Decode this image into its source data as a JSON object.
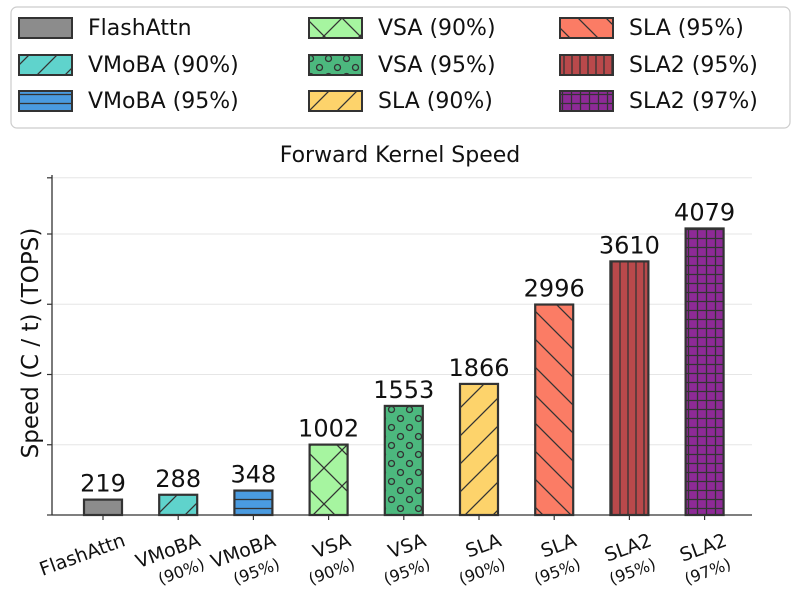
{
  "chart_data": {
    "type": "bar",
    "title": "Forward Kernel Speed",
    "xlabel": "",
    "ylabel": "Speed (C / t) (TOPS)",
    "ylim": [
      0,
      4840
    ],
    "yticks": [
      0,
      1000,
      2000,
      3000,
      4000,
      4800
    ],
    "ytick_labels_shown": false,
    "grid": "horizontal",
    "legend_position": "top",
    "categories": [
      {
        "line1": "FlashAttn",
        "line2": ""
      },
      {
        "line1": "VMoBA",
        "line2": "(90%)"
      },
      {
        "line1": "VMoBA",
        "line2": "(95%)"
      },
      {
        "line1": "VSA",
        "line2": "(90%)"
      },
      {
        "line1": "VSA",
        "line2": "(95%)"
      },
      {
        "line1": "SLA",
        "line2": "(90%)"
      },
      {
        "line1": "SLA",
        "line2": "(95%)"
      },
      {
        "line1": "SLA2",
        "line2": "(95%)"
      },
      {
        "line1": "SLA2",
        "line2": "(97%)"
      }
    ],
    "values": [
      219,
      288,
      348,
      1002,
      1553,
      1866,
      2996,
      3610,
      4079
    ],
    "value_labels": [
      "219",
      "288",
      "348",
      "1002",
      "1553",
      "1866",
      "2996",
      "3610",
      "4079"
    ],
    "series": [
      {
        "name": "FlashAttn",
        "color": "#8c8c8c",
        "hatch": "none"
      },
      {
        "name": "VMoBA (90%)",
        "color": "#5fd3cc",
        "hatch": "slash"
      },
      {
        "name": "VMoBA (95%)",
        "color": "#4a9be0",
        "hatch": "horizontal"
      },
      {
        "name": "VSA (90%)",
        "color": "#a6f5a0",
        "hatch": "cross"
      },
      {
        "name": "VSA (95%)",
        "color": "#4cb87e",
        "hatch": "circles"
      },
      {
        "name": "SLA (90%)",
        "color": "#fdd36b",
        "hatch": "slash"
      },
      {
        "name": "SLA (95%)",
        "color": "#fb7c65",
        "hatch": "backslash"
      },
      {
        "name": "SLA2 (95%)",
        "color": "#b9494b",
        "hatch": "vertical"
      },
      {
        "name": "SLA2 (97%)",
        "color": "#8e2a97",
        "hatch": "grid"
      }
    ]
  }
}
